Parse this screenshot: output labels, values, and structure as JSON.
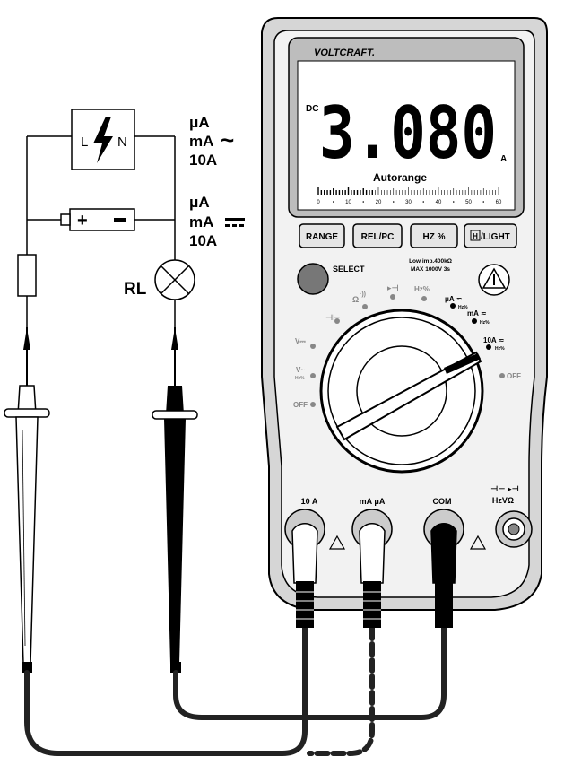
{
  "brand": "VOLTCRAFT.",
  "display": {
    "mode": "DC",
    "reading": "3.080",
    "unit": "A",
    "autorange": "Autorange",
    "scale_labels": [
      "0",
      "10",
      "20",
      "30",
      "40",
      "50",
      "60"
    ]
  },
  "buttons": {
    "range": "RANGE",
    "relpc": "REL/PC",
    "hz": "HZ %",
    "hlight": "/LIGHT",
    "hlight_box": "H",
    "select": "SELECT"
  },
  "warning": {
    "line1": "Low imp.400kΩ",
    "line2": "MAX 1000V 3s"
  },
  "dial": {
    "ohm": "Ω",
    "diode": "▸⊣",
    "hzpct": "Hz%",
    "uA": "μA ≂",
    "uA_sub": "Hz%",
    "mA": "mA ≂",
    "mA_sub": "Hz%",
    "tenA": "10A ≂",
    "tenA_sub": "Hz%",
    "off_right": "OFF",
    "cap": "⊣⊢",
    "vdc": "V⎓",
    "vac": "V~",
    "vac_sub": "Hz%",
    "off_left": "OFF"
  },
  "jacks": {
    "tenA": "10 A",
    "mAuA": "mA μA",
    "com": "COM",
    "vohm_top": "⊣⊢ ▸⊣",
    "vohm": "HzVΩ"
  },
  "circuit": {
    "source_left": "L",
    "source_right": "N",
    "ac_labels": [
      "μA",
      "mA",
      "10A"
    ],
    "dc_labels": [
      "μA",
      "mA",
      "10A"
    ],
    "ac_symbol": "~",
    "dc_symbol": "⎓",
    "battery_plus": "+",
    "battery_minus": "−",
    "load": "RL"
  }
}
